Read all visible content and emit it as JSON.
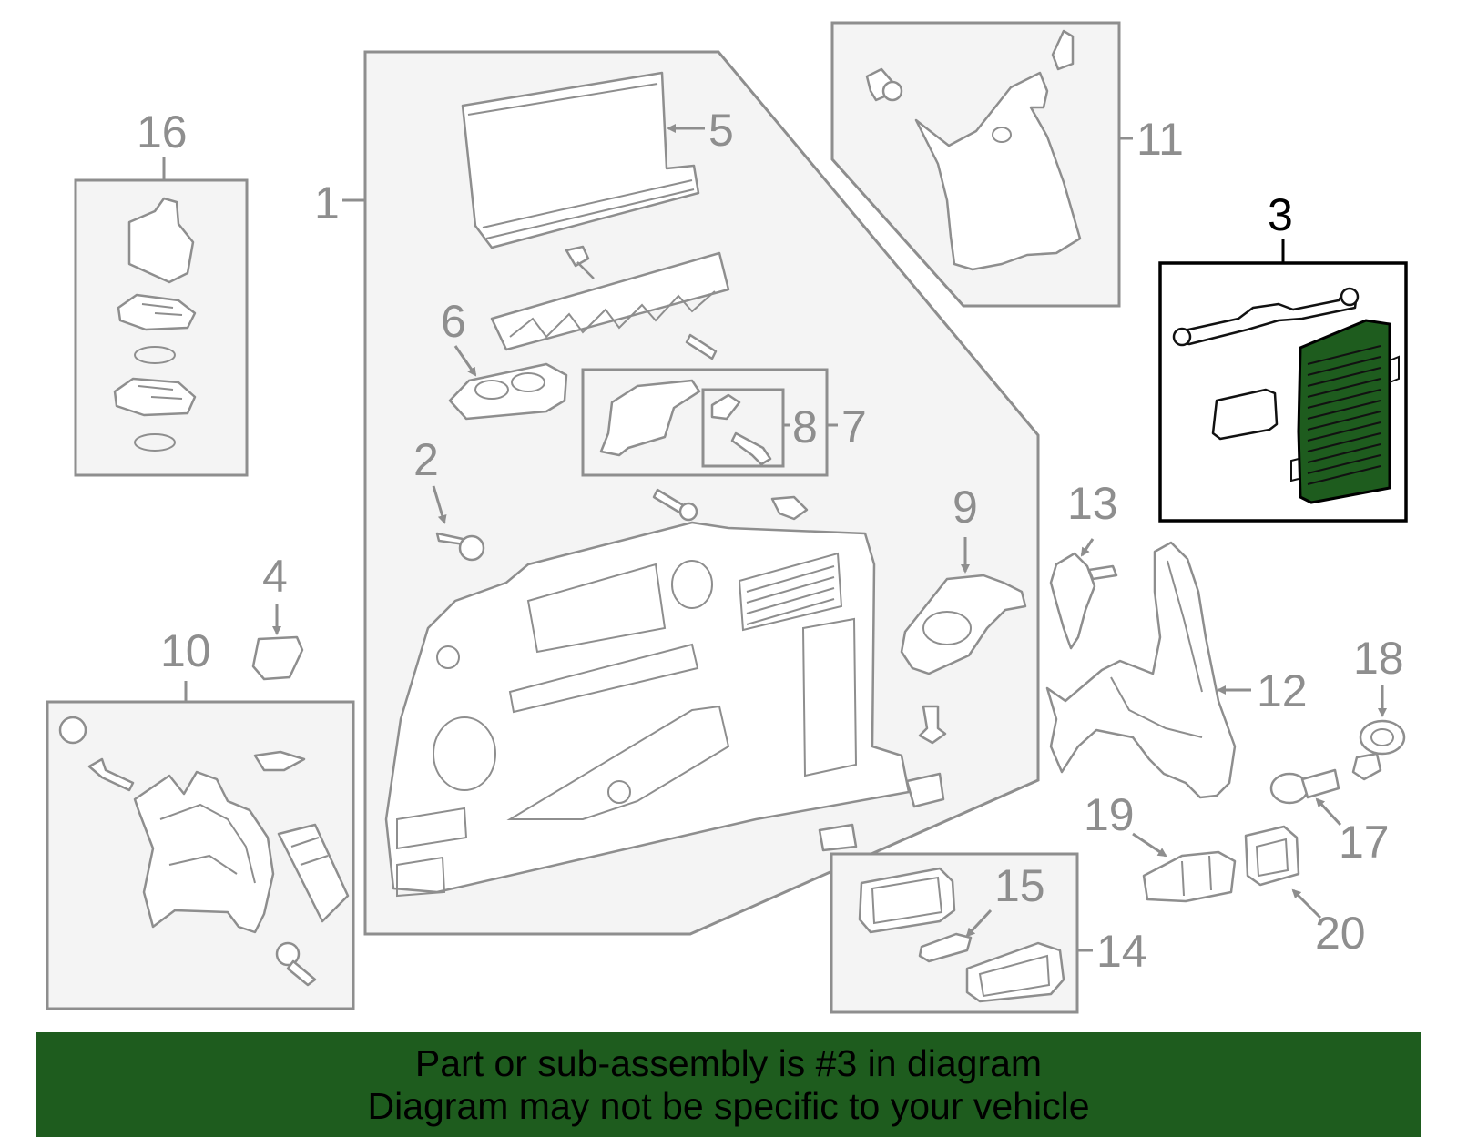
{
  "colors": {
    "line": "#8e8e8e",
    "highlight_fill": "#1e5c1e",
    "banner_bg": "#1e5c1e",
    "banner_text": "#000000",
    "highlight_line": "#000000"
  },
  "callouts": {
    "c1": "1",
    "c2": "2",
    "c3": "3",
    "c4": "4",
    "c5": "5",
    "c6": "6",
    "c7": "7",
    "c8": "8",
    "c9": "9",
    "c10": "10",
    "c11": "11",
    "c12": "12",
    "c13": "13",
    "c14": "14",
    "c15": "15",
    "c16": "16",
    "c17": "17",
    "c18": "18",
    "c19": "19",
    "c20": "20"
  },
  "highlighted_part": "3",
  "banner": {
    "line1": "Part or sub-assembly is #3 in diagram",
    "line2": "Diagram may not be specific to your vehicle"
  }
}
